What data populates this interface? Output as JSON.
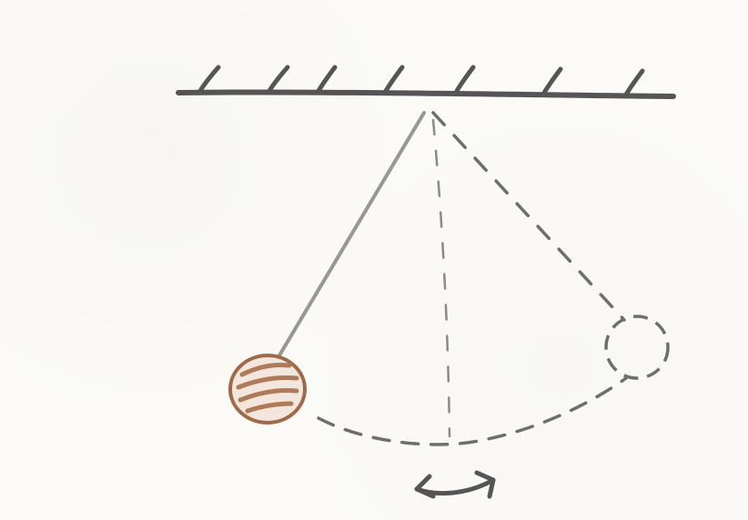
{
  "colors": {
    "paper": "#fbfaf7",
    "pencil": "#555555",
    "string": "#9a9691",
    "dash": "#6e6e6e",
    "bob_outline": "#a06a4a",
    "bob_hatch": "#b07a58"
  },
  "diagram": {
    "elements": {
      "ceiling": "ceiling-line-with-hatch-marks",
      "string": "pendulum-string",
      "bob": "pendulum-bob-hatched",
      "ghost_string": "dashed-pendulum-string",
      "ghost_bob": "dashed-pendulum-bob",
      "swing_path": "dashed-swing-arc",
      "center_line": "dashed-vertical-equilibrium-line",
      "motion_indicator": "double-headed-curved-arrow"
    }
  }
}
